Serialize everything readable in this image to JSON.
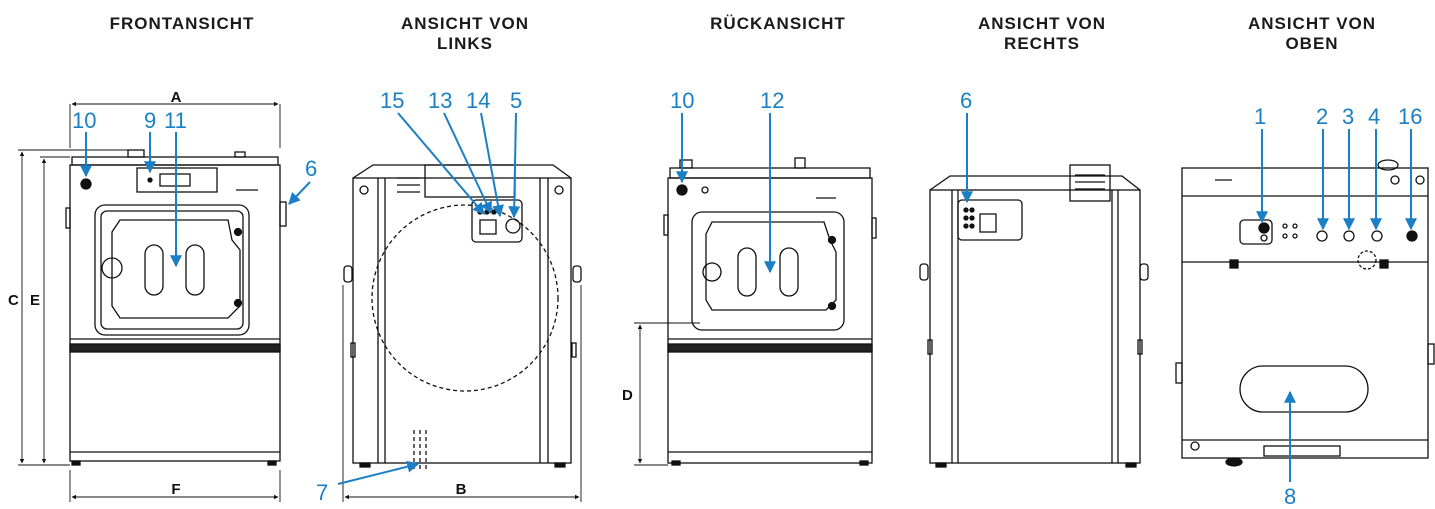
{
  "views": [
    {
      "id": "front",
      "line1": "FRONTANSICHT",
      "line2": ""
    },
    {
      "id": "left",
      "line1": "ANSICHT VON",
      "line2": "LINKS"
    },
    {
      "id": "back",
      "line1": "RÜCKANSICHT",
      "line2": ""
    },
    {
      "id": "right",
      "line1": "ANSICHT VON",
      "line2": "RECHTS"
    },
    {
      "id": "top",
      "line1": "ANSICHT VON",
      "line2": "OBEN"
    }
  ],
  "dimensions": {
    "A": "A",
    "B": "B",
    "C": "C",
    "D": "D",
    "E": "E",
    "F": "F"
  },
  "callouts": {
    "front_10": "10",
    "front_9": "9",
    "front_11": "11",
    "front_6": "6",
    "left_15": "15",
    "left_13": "13",
    "left_14": "14",
    "left_5": "5",
    "left_7": "7",
    "back_10": "10",
    "back_12": "12",
    "right_6": "6",
    "top_1": "1",
    "top_2": "2",
    "top_3": "3",
    "top_4": "4",
    "top_16": "16",
    "top_8": "8"
  },
  "colors": {
    "callout": "#1a7fc4",
    "line": "#111111",
    "body": "#ffffff"
  }
}
